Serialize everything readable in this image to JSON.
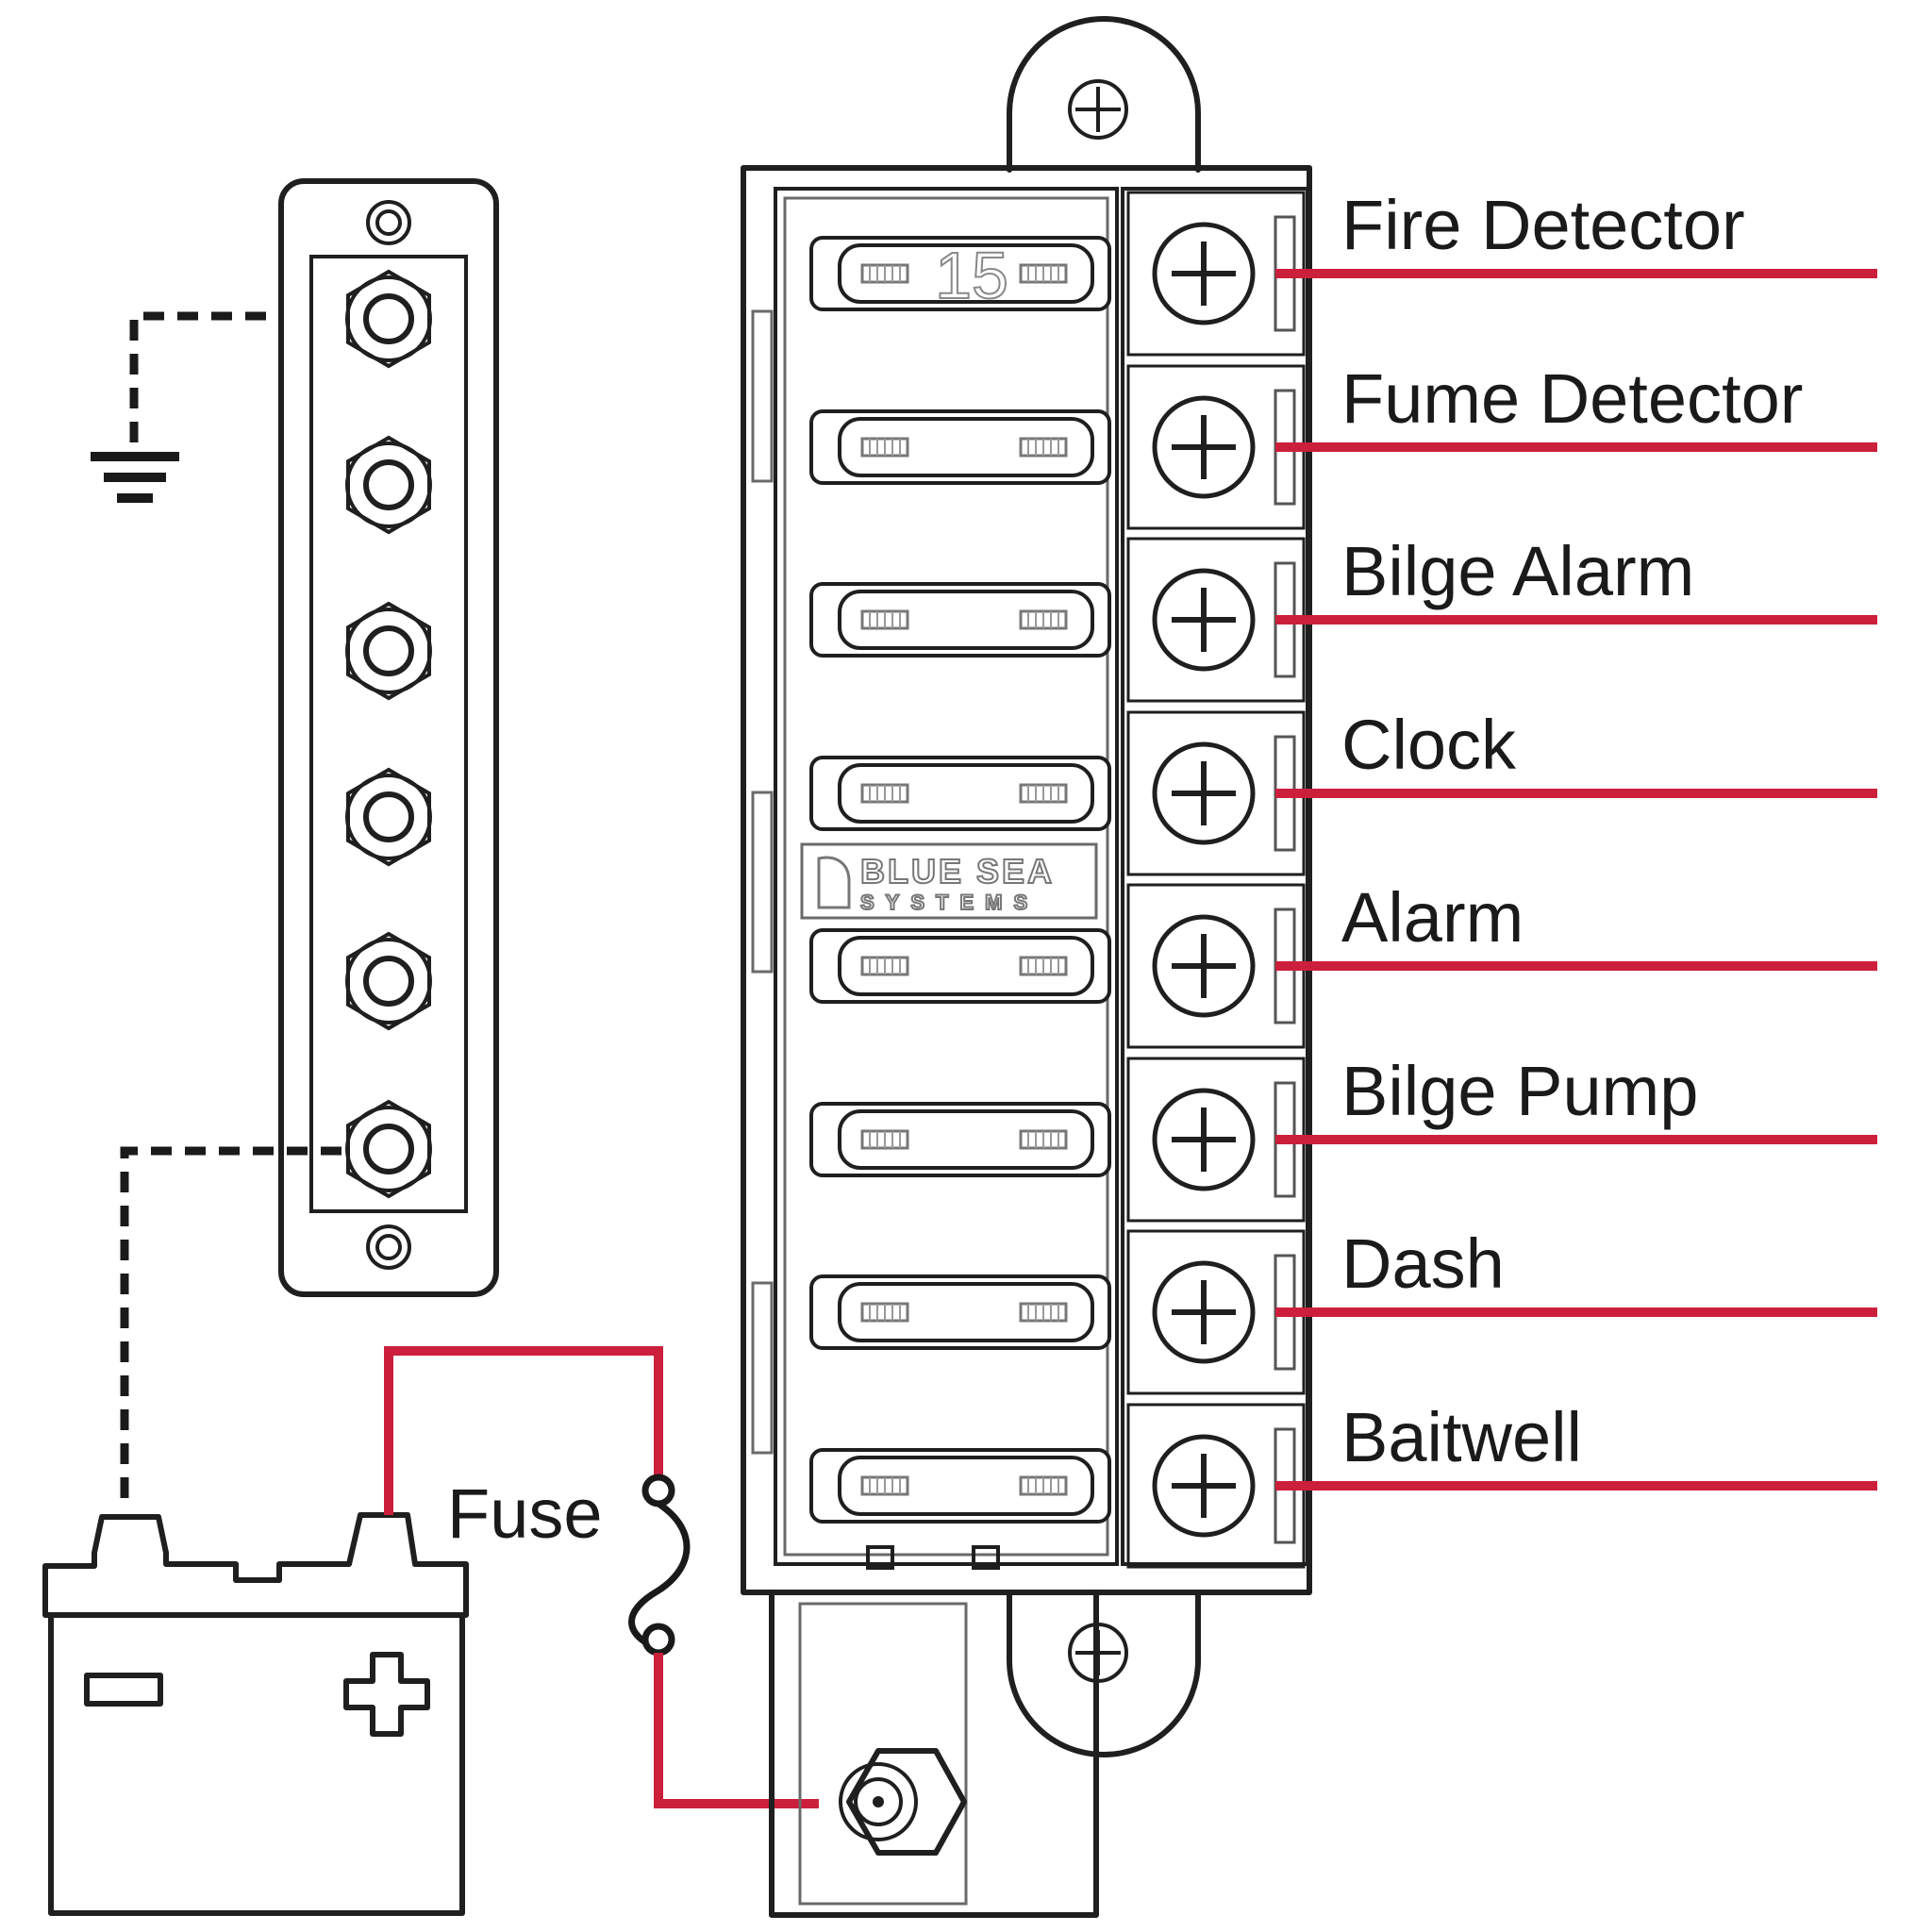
{
  "colors": {
    "wire": "#cc1f3c",
    "ink": "#1f1f1f",
    "ground": "#1a1a1a"
  },
  "labels": {
    "fuse": "Fuse",
    "battery_negative": "−",
    "battery_positive": "+"
  },
  "fuse_block": {
    "brand_line1": "BLUE SEA",
    "brand_line2": "SYSTEMS",
    "first_fuse_rating": "15",
    "circuits": [
      {
        "label": "Fire Detector"
      },
      {
        "label": "Fume Detector"
      },
      {
        "label": "Bilge Alarm"
      },
      {
        "label": "Clock"
      },
      {
        "label": "Alarm"
      },
      {
        "label": "Bilge Pump"
      },
      {
        "label": "Dash"
      },
      {
        "label": "Baitwell"
      }
    ]
  },
  "icons": {
    "ground": "ground-symbol-icon",
    "fuse": "fuse-symbol-icon",
    "screw": "screw-terminal-icon",
    "mount": "mount-hole-icon"
  }
}
